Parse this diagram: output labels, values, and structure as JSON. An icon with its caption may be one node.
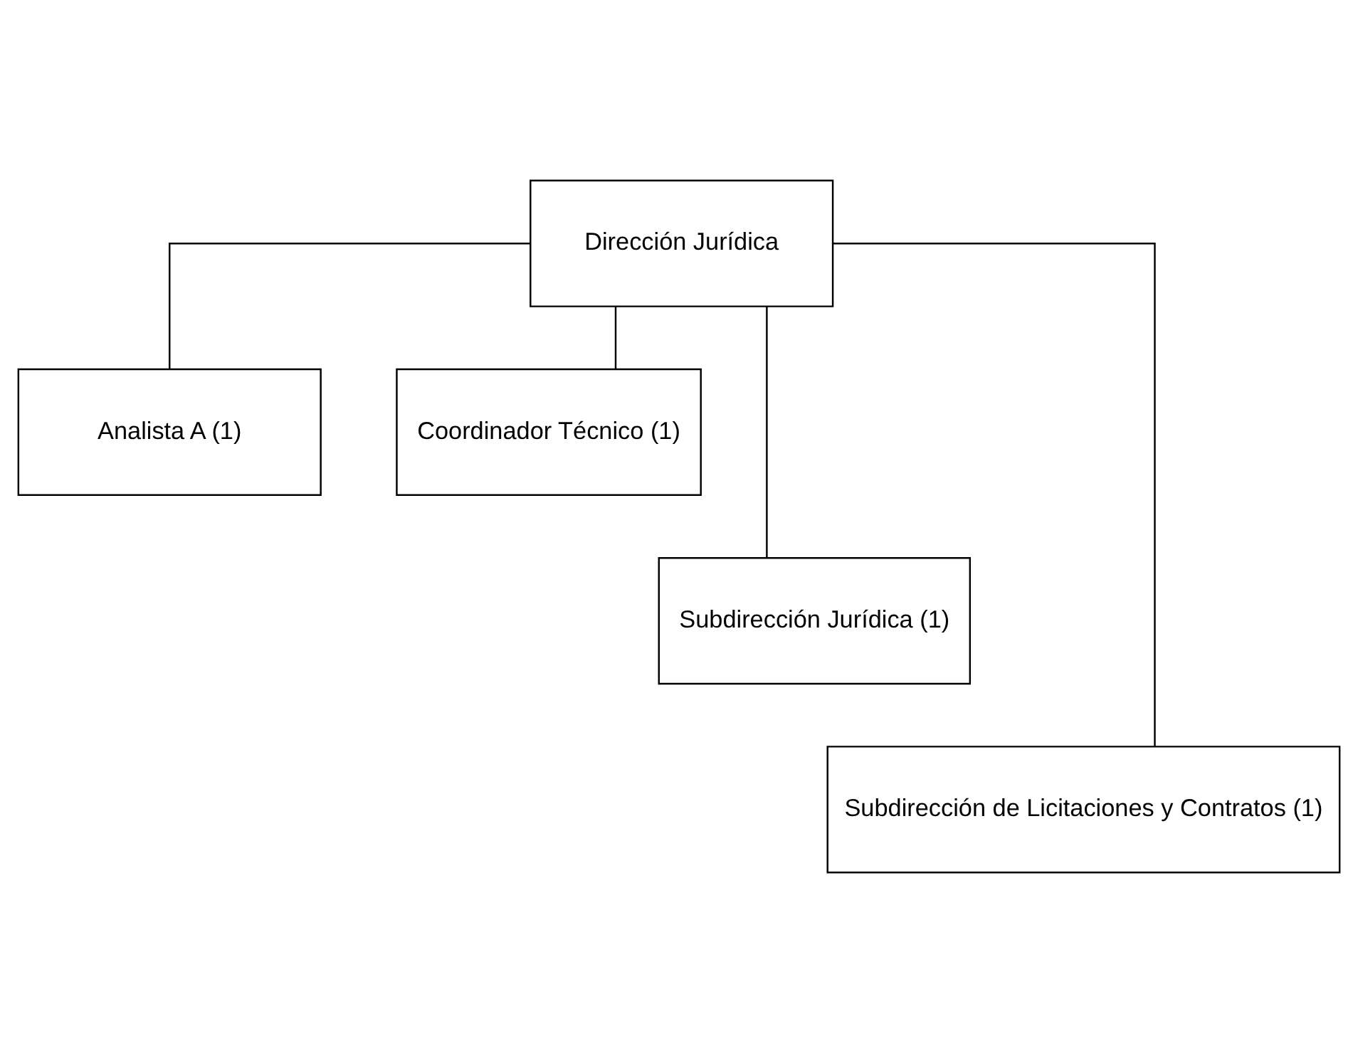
{
  "diagram": {
    "nodes": [
      {
        "text": [
          "Dirección Jurídica"
        ]
      },
      {
        "text": [
          "Analista A (1)"
        ]
      },
      {
        "text": [
          "Coordinador Técnico (1)"
        ]
      },
      {
        "text": [
          "Subdirección Jurídica (1)"
        ]
      },
      {
        "text": [
          "Subdirección de Licitaciones y Contratos (1)"
        ]
      }
    ],
    "edges": [
      {
        "from": 0,
        "to": 1,
        "arrow": "none"
      },
      {
        "from": 0,
        "to": 2,
        "arrow": "none"
      },
      {
        "from": 0,
        "to": 3,
        "arrow": "none"
      },
      {
        "from": 0,
        "to": 4,
        "arrow": "none"
      }
    ]
  }
}
